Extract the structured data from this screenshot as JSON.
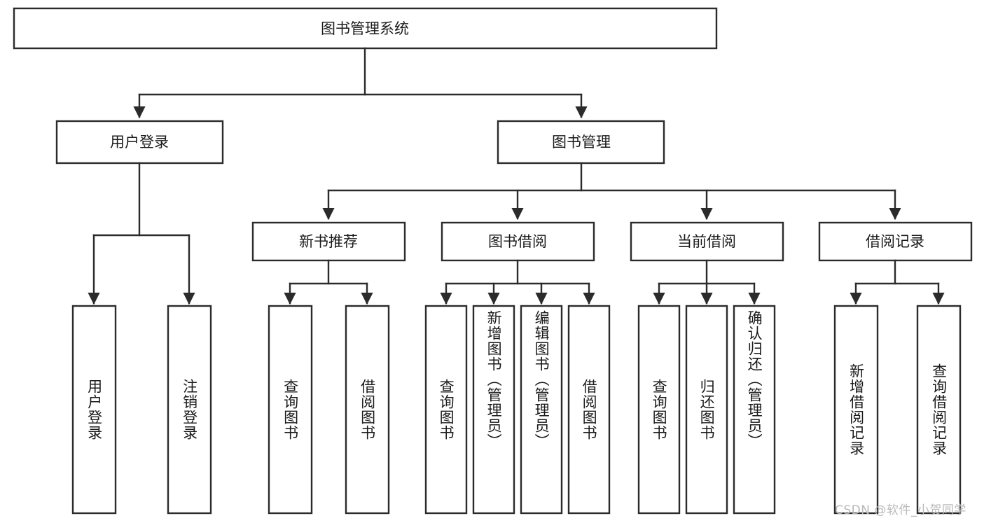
{
  "diagram": {
    "type": "tree-hierarchy",
    "title": "图书管理系统",
    "watermark": "CSDN @软件_小贺同学",
    "colors": {
      "stroke": "#2b2b2b",
      "box_fill": "#ffffff",
      "text": "#1a1a1a",
      "background": "#ffffff",
      "watermark": "#b9b9b9"
    },
    "levels": {
      "root_label": "图书管理系统",
      "level2": [
        "用户登录",
        "图书管理"
      ],
      "level3": [
        "新书推荐",
        "图书借阅",
        "当前借阅",
        "借阅记录"
      ]
    },
    "nodes": {
      "root": {
        "label": "图书管理系统"
      },
      "user_login": {
        "label": "用户登录"
      },
      "book_manage": {
        "label": "图书管理"
      },
      "new_book_rec": {
        "label": "新书推荐"
      },
      "book_borrow": {
        "label": "图书借阅"
      },
      "current_borrow": {
        "label": "当前借阅"
      },
      "borrow_record": {
        "label": "借阅记录"
      }
    },
    "leaves": {
      "user_login_children": [
        {
          "label": "用户登录"
        },
        {
          "label": "注销登录"
        }
      ],
      "new_book_rec_children": [
        {
          "label": "查询图书"
        },
        {
          "label": "借阅图书"
        }
      ],
      "book_borrow_children": [
        {
          "label": "查询图书"
        },
        {
          "label": "新增图书（管理员）"
        },
        {
          "label": "编辑图书（管理员）"
        },
        {
          "label": "借阅图书"
        }
      ],
      "current_borrow_children": [
        {
          "label": "查询图书"
        },
        {
          "label": "归还图书"
        },
        {
          "label": "确认归还（管理员）"
        }
      ],
      "borrow_record_children": [
        {
          "label": "新增借阅记录"
        },
        {
          "label": "查询借阅记录"
        }
      ]
    }
  }
}
